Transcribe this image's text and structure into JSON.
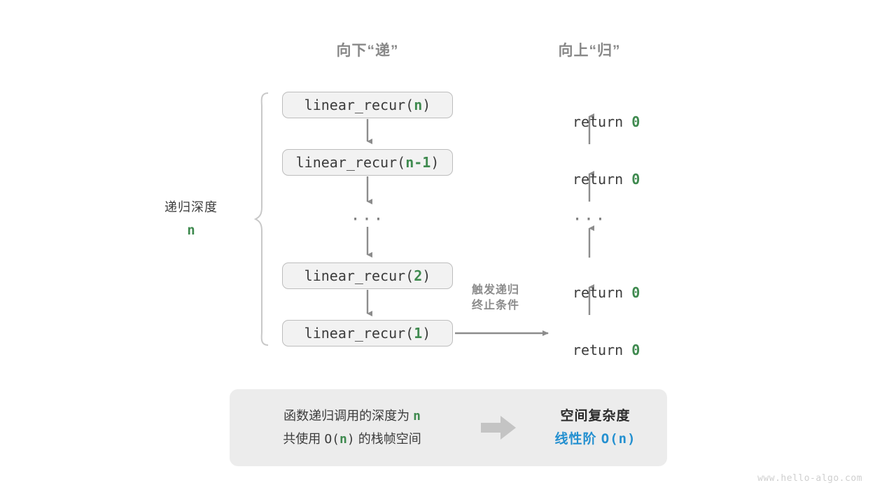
{
  "diagram": {
    "headers": {
      "down": "向下“递”",
      "up": "向上“归”"
    },
    "depth_label": {
      "text": "递归深度",
      "variable": "n"
    },
    "trigger_label": {
      "line1": "触发递归",
      "line2": "终止条件"
    },
    "call_stack": [
      {
        "prefix": "linear_recur(",
        "arg": "n",
        "suffix": ")"
      },
      {
        "prefix": "linear_recur(",
        "arg": "n-1",
        "suffix": ")"
      },
      {
        "prefix": "linear_recur(",
        "arg": "2",
        "suffix": ")"
      },
      {
        "prefix": "linear_recur(",
        "arg": "1",
        "suffix": ")"
      }
    ],
    "returns": [
      {
        "keyword": "return ",
        "value": "0"
      },
      {
        "keyword": "return ",
        "value": "0"
      },
      {
        "keyword": "return ",
        "value": "0"
      },
      {
        "keyword": "return ",
        "value": "0"
      }
    ],
    "ellipsis": "···",
    "summary": {
      "left_line1_a": "函数递归调用的深度为 ",
      "left_line1_var": "n",
      "left_line2_a": "共使用 ",
      "left_line2_b": "O(",
      "left_line2_var": "n",
      "left_line2_c": ")",
      "left_line2_d": " 的栈帧空间",
      "right_title": "空间复杂度",
      "right_value_text": "线性阶 ",
      "right_value_mono": "O(n)"
    },
    "watermark": "www.hello-algo.com",
    "colors": {
      "green": "#3f8a4f",
      "blue": "#2490d0",
      "gray_text": "#3c3c3c",
      "gray_muted": "#888888",
      "box_fill": "#f2f2f2",
      "box_border": "#bdbdbd",
      "panel_fill": "#ececec",
      "arrow": "#8c8c8c",
      "brace": "#c8c8c8",
      "block_arrow": "#c4c4c4",
      "watermark": "#cfcfcf"
    }
  }
}
